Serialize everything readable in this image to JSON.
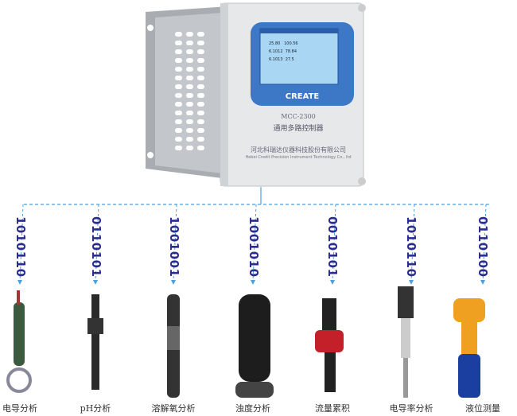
{
  "controller": {
    "brand": "CREATE",
    "model": "MCC-2300",
    "name": "通用多路控制器",
    "company_cn": "河北科瑞达仪器科技股份有限公司",
    "company_en": "Hebei Credit Precision Instrument Technology Co., ltd",
    "screen_values": [
      "25.80",
      "100.56",
      "6.1012",
      "78.84",
      "6.1013",
      "27.5"
    ]
  },
  "channels": [
    {
      "code": "1010110",
      "label": "电导分析"
    },
    {
      "code": "0110101",
      "label": "pH分析"
    },
    {
      "code": "1001001",
      "label": "溶解氧分析"
    },
    {
      "code": "1001010",
      "label": "浊度分析"
    },
    {
      "code": "0010101",
      "label": "流量累积"
    },
    {
      "code": "1010110",
      "label": "电导率分析"
    },
    {
      "code": "0110100",
      "label": "液位测量"
    }
  ],
  "colors": {
    "line": "#4a9fe0",
    "code": "#2b2c8f",
    "panel": "#3d78c6",
    "screen": "#9fd0f0"
  }
}
